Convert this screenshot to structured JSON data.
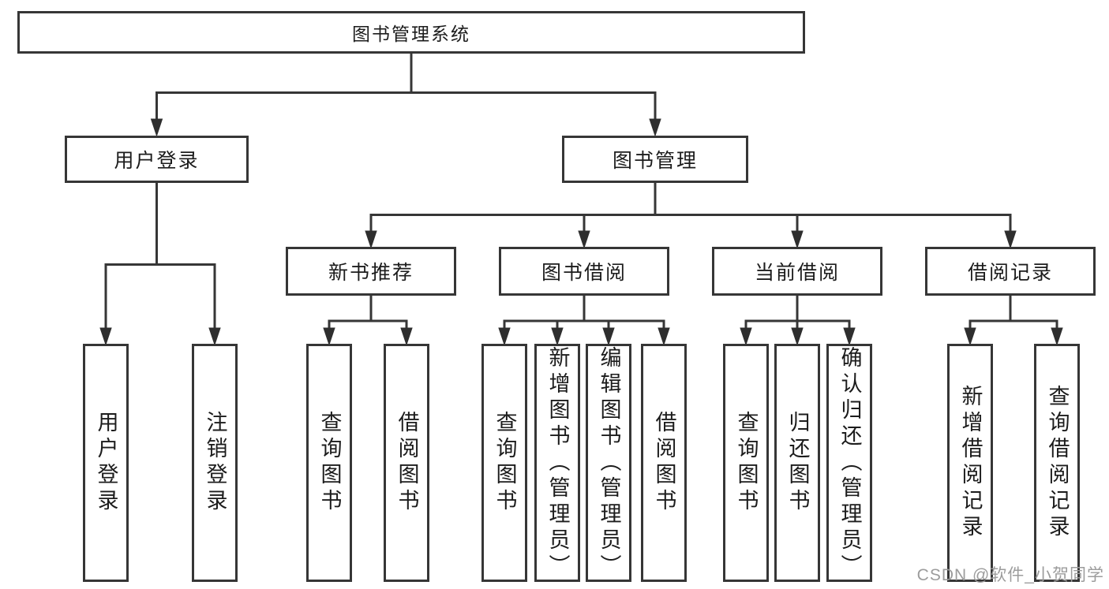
{
  "colors": {
    "line": "#363636",
    "text": "#1c1c1c",
    "watermark": "#9c9c9c",
    "background": "#ffffff"
  },
  "tree": {
    "root": {
      "label": "图书管理系统"
    },
    "branches": [
      {
        "label": "用户登录",
        "children": [
          {
            "label": "用户登录"
          },
          {
            "label": "注销登录"
          }
        ]
      },
      {
        "label": "图书管理",
        "children": [
          {
            "label": "新书推荐",
            "children": [
              {
                "label": "查询图书"
              },
              {
                "label": "借阅图书"
              }
            ]
          },
          {
            "label": "图书借阅",
            "children": [
              {
                "label": "查询图书"
              },
              {
                "label": "新增图书（管理员）"
              },
              {
                "label": "编辑图书（管理员）"
              },
              {
                "label": "借阅图书"
              }
            ]
          },
          {
            "label": "当前借阅",
            "children": [
              {
                "label": "查询图书"
              },
              {
                "label": "归还图书"
              },
              {
                "label": "确认归还（管理员）"
              }
            ]
          },
          {
            "label": "借阅记录",
            "children": [
              {
                "label": "新增借阅记录"
              },
              {
                "label": "查询借阅记录"
              }
            ]
          }
        ]
      }
    ]
  },
  "watermark": "CSDN @软件_小贺同学"
}
